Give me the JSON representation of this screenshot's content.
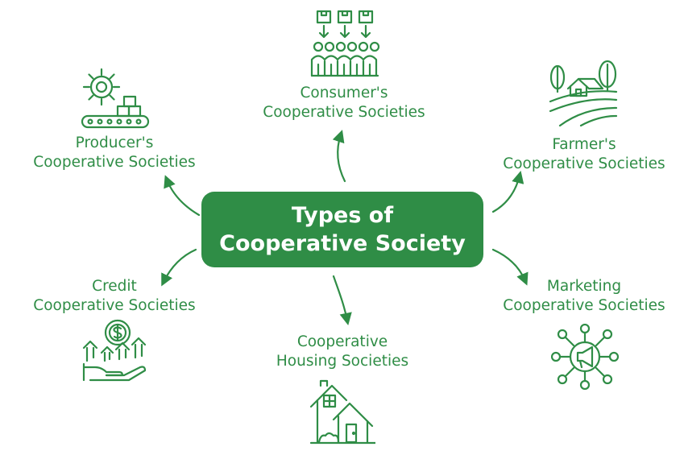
{
  "center": {
    "line1": "Types of",
    "line2": "Cooperative Society"
  },
  "nodes": [
    {
      "line1": "Consumer's",
      "line2": "Cooperative Societies",
      "icon": "consumer-group-icon"
    },
    {
      "line1": "Producer's",
      "line2": "Cooperative Societies",
      "icon": "factory-gear-icon"
    },
    {
      "line1": "Farmer's",
      "line2": "Cooperative Societies",
      "icon": "farm-icon"
    },
    {
      "line1": "Credit",
      "line2": "Cooperative Societies",
      "icon": "credit-coin-icon"
    },
    {
      "line1": "Marketing",
      "line2": "Cooperative Societies",
      "icon": "megaphone-network-icon"
    },
    {
      "line1": "Cooperative",
      "line2": "Housing Societies",
      "icon": "houses-icon"
    }
  ],
  "colors": {
    "accent": "#2f8d46",
    "text_on_accent": "#ffffff",
    "background": "#ffffff"
  }
}
